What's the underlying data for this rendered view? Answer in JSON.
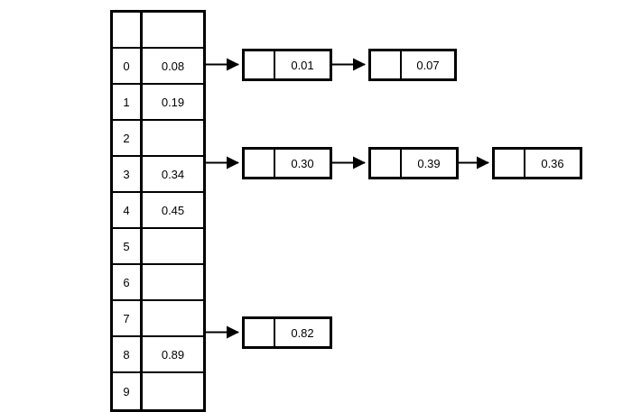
{
  "diagram": {
    "title": "hash-table-with-separate-chaining",
    "colors": {
      "line": "#000000",
      "background": "#ffffff",
      "text": "#000000"
    },
    "bucket_table": {
      "header": {
        "index": "",
        "value": ""
      },
      "rows": [
        {
          "index": "0",
          "value": "0.08"
        },
        {
          "index": "1",
          "value": "0.19"
        },
        {
          "index": "2",
          "value": ""
        },
        {
          "index": "3",
          "value": "0.34"
        },
        {
          "index": "4",
          "value": "0.45"
        },
        {
          "index": "5",
          "value": ""
        },
        {
          "index": "6",
          "value": ""
        },
        {
          "index": "7",
          "value": ""
        },
        {
          "index": "8",
          "value": "0.89"
        },
        {
          "index": "9",
          "value": ""
        }
      ]
    },
    "chains": [
      {
        "from_bucket": "0",
        "nodes": [
          {
            "pointer": "",
            "value": "0.01"
          },
          {
            "pointer": "",
            "value": "0.07"
          }
        ]
      },
      {
        "from_bucket": "3",
        "nodes": [
          {
            "pointer": "",
            "value": "0.30"
          },
          {
            "pointer": "",
            "value": "0.39"
          },
          {
            "pointer": "",
            "value": "0.36"
          }
        ]
      },
      {
        "from_bucket": "8",
        "nodes": [
          {
            "pointer": "",
            "value": "0.82"
          }
        ]
      }
    ]
  }
}
